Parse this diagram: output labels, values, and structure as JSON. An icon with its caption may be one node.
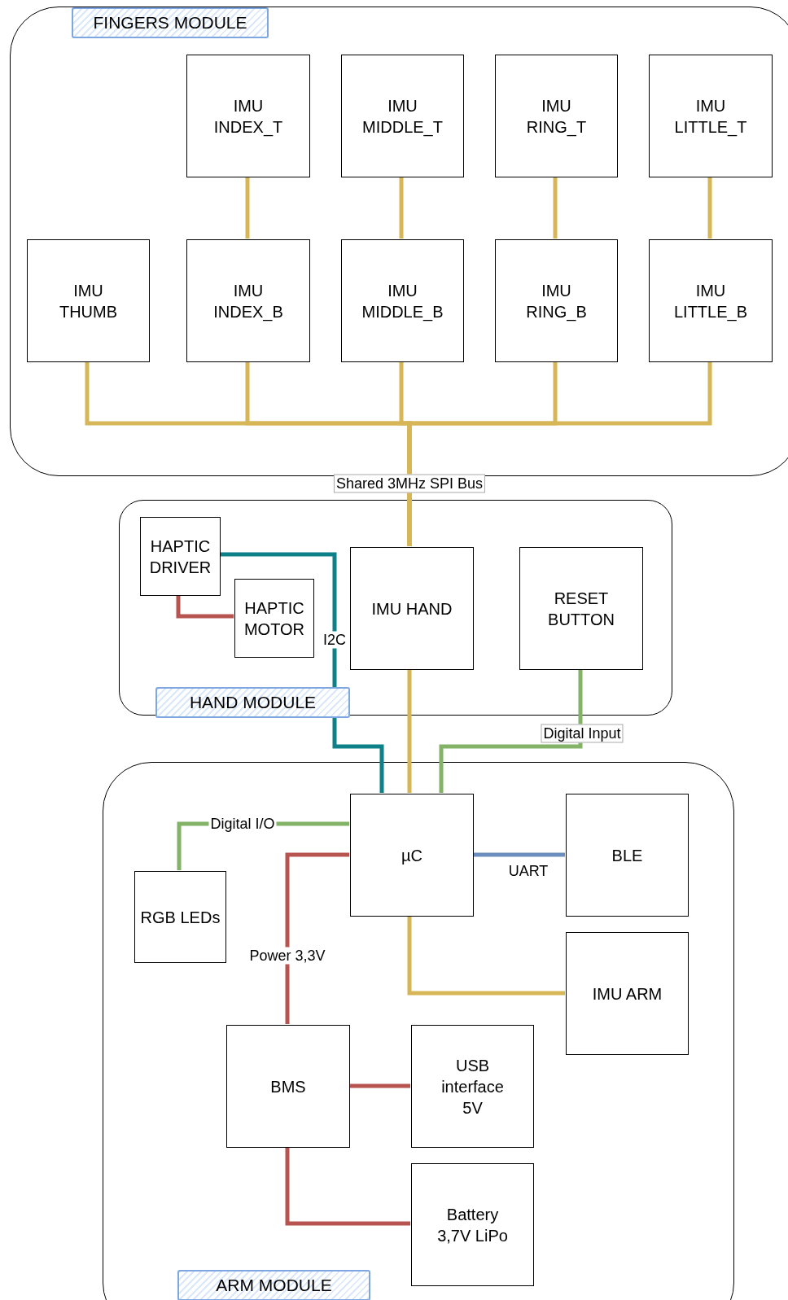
{
  "diagram": {
    "nodes": [
      {
        "text": [
          "FINGERS MODULE"
        ]
      },
      {
        "text": [
          "IMU INDEX_T"
        ],
        "in": 0
      },
      {
        "text": [
          "IMU MIDDLE_T"
        ],
        "in": 0
      },
      {
        "text": [
          "IMU RING_T"
        ],
        "in": 0
      },
      {
        "text": [
          "IMU LITTLE_T"
        ],
        "in": 0
      },
      {
        "text": [
          "IMU THUMB"
        ],
        "in": 0
      },
      {
        "text": [
          "IMU INDEX_B"
        ],
        "in": 0
      },
      {
        "text": [
          "IMU MIDDLE_B"
        ],
        "in": 0
      },
      {
        "text": [
          "IMU RING_B"
        ],
        "in": 0
      },
      {
        "text": [
          "IMU LITTLE_B"
        ],
        "in": 0
      },
      {
        "text": [
          "HAND MODULE"
        ]
      },
      {
        "text": [
          "HAPTIC DRIVER"
        ],
        "in": 10
      },
      {
        "text": [
          "HAPTIC MOTOR"
        ],
        "in": 10
      },
      {
        "text": [
          "IMU HAND"
        ],
        "in": 10
      },
      {
        "text": [
          "RESET BUTTON"
        ],
        "in": 10
      },
      {
        "text": [
          "ARM MODULE"
        ]
      },
      {
        "text": [
          "µC"
        ],
        "in": 15
      },
      {
        "text": [
          "BLE"
        ],
        "in": 15
      },
      {
        "text": [
          "RGB LEDs"
        ],
        "in": 15
      },
      {
        "text": [
          "IMU ARM"
        ],
        "in": 15
      },
      {
        "text": [
          "BMS"
        ],
        "in": 15
      },
      {
        "text": [
          "USB interface 5V"
        ],
        "in": 15
      },
      {
        "text": [
          "Battery 3,7V LiPo"
        ],
        "in": 15
      }
    ],
    "edges": [
      {
        "from": 1,
        "to": 6,
        "arrow": "none"
      },
      {
        "from": 2,
        "to": 7,
        "arrow": "none"
      },
      {
        "from": 3,
        "to": 8,
        "arrow": "none"
      },
      {
        "from": 4,
        "to": 9,
        "arrow": "none"
      },
      {
        "from": 5,
        "to": 13,
        "arrow": "none"
      },
      {
        "from": 6,
        "to": 13,
        "arrow": "none"
      },
      {
        "from": 7,
        "to": 13,
        "arrow": "none",
        "label": "Shared  3MHz SPI Bus"
      },
      {
        "from": 8,
        "to": 13,
        "arrow": "none"
      },
      {
        "from": 9,
        "to": 13,
        "arrow": "none"
      },
      {
        "from": 13,
        "to": 16,
        "arrow": "none"
      },
      {
        "from": 11,
        "to": 12,
        "arrow": "none",
        "color": "#b85450"
      },
      {
        "from": 11,
        "to": 16,
        "arrow": "none",
        "label": "I2C",
        "color": "#0e8088"
      },
      {
        "from": 14,
        "to": 16,
        "arrow": "none",
        "label": "Digital Input",
        "color": "#82b366"
      },
      {
        "from": 16,
        "to": 18,
        "arrow": "none",
        "label": "Digital I/O",
        "color": "#82b366"
      },
      {
        "from": 16,
        "to": 17,
        "arrow": "none",
        "label": "UART",
        "color": "#6c8ebf"
      },
      {
        "from": 16,
        "to": 19,
        "arrow": "none"
      },
      {
        "from": 16,
        "to": 20,
        "arrow": "none",
        "label": "Power 3,3V",
        "color": "#b85450"
      },
      {
        "from": 20,
        "to": 21,
        "arrow": "none",
        "color": "#b85450"
      },
      {
        "from": 20,
        "to": 22,
        "arrow": "none",
        "color": "#b85450"
      }
    ]
  }
}
